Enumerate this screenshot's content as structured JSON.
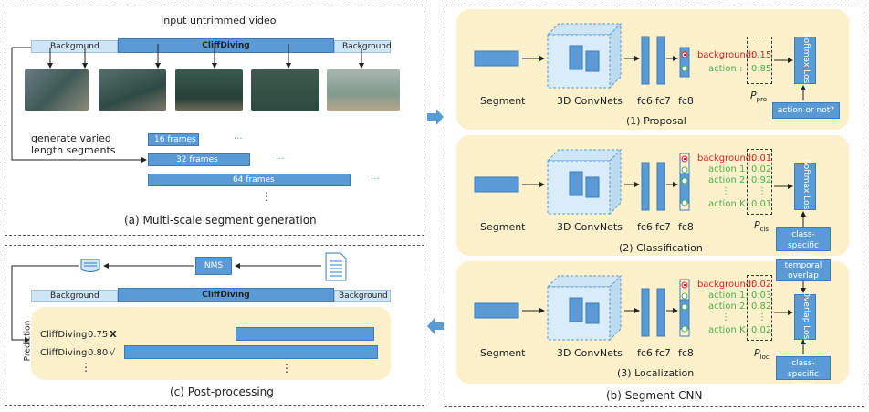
{
  "panel_a": {
    "title": "Input untrimmed video",
    "bar_left": "Background",
    "bar_mid": "CliffDiving",
    "bar_right": "Background",
    "gen_text_1": "generate varied",
    "gen_text_2": "length segments",
    "seg16": "16 frames",
    "seg32": "32 frames",
    "seg64": "64 frames",
    "dots": "...",
    "vdots": "⋮",
    "caption": "(a) Multi-scale segment generation"
  },
  "panel_b": {
    "caption": "(b) Segment-CNN",
    "segment": "Segment",
    "convnets": "3D ConvNets",
    "fc6": "fc6",
    "fc7": "fc7",
    "fc8": "fc8",
    "softmax_loss": "Softmax Loss",
    "overlap_loss": "Overlap Loss",
    "proposal": {
      "caption": "(1) Proposal",
      "labels": [
        "background:",
        "action :"
      ],
      "values": [
        "0.15",
        "0.85"
      ],
      "p_base": "P",
      "p_sub": "pro",
      "side": "action or not?"
    },
    "classification": {
      "caption": "(2) Classification",
      "labels": [
        "background:",
        "action 1:",
        "action 2:",
        "⋮",
        "action K:"
      ],
      "values": [
        "0.01",
        "0.02",
        "0.92",
        "⋮",
        "0.01"
      ],
      "p_base": "P",
      "p_sub": "cls",
      "side": "class-specific label"
    },
    "localization": {
      "caption": "(3) Localization",
      "labels": [
        "background:",
        "action 1:",
        "action 2:",
        "⋮",
        "action K:"
      ],
      "values": [
        "0.02",
        "0.03",
        "0.82",
        "⋮",
        "0.02"
      ],
      "p_base": "P",
      "p_sub": "loc",
      "top": "temporal overlap",
      "side": "class-specific label"
    }
  },
  "panel_c": {
    "nms": "NMS",
    "bar_left": "Background",
    "bar_mid": "CliffDiving",
    "bar_right": "Background",
    "prediction": "Prediction",
    "rows": [
      {
        "label": "CliffDiving",
        "score": "0.75",
        "mark": "X"
      },
      {
        "label": "CliffDiving",
        "score": "0.80",
        "mark": "√"
      }
    ],
    "vdots": "⋮",
    "caption": "(c) Post-processing"
  },
  "colors": {
    "bar_blue": "#5b9bd5",
    "light_blue": "#cfe6f7",
    "panel_yellow": "#fdf1cc",
    "red": "#e02020",
    "green": "#4caf50"
  }
}
